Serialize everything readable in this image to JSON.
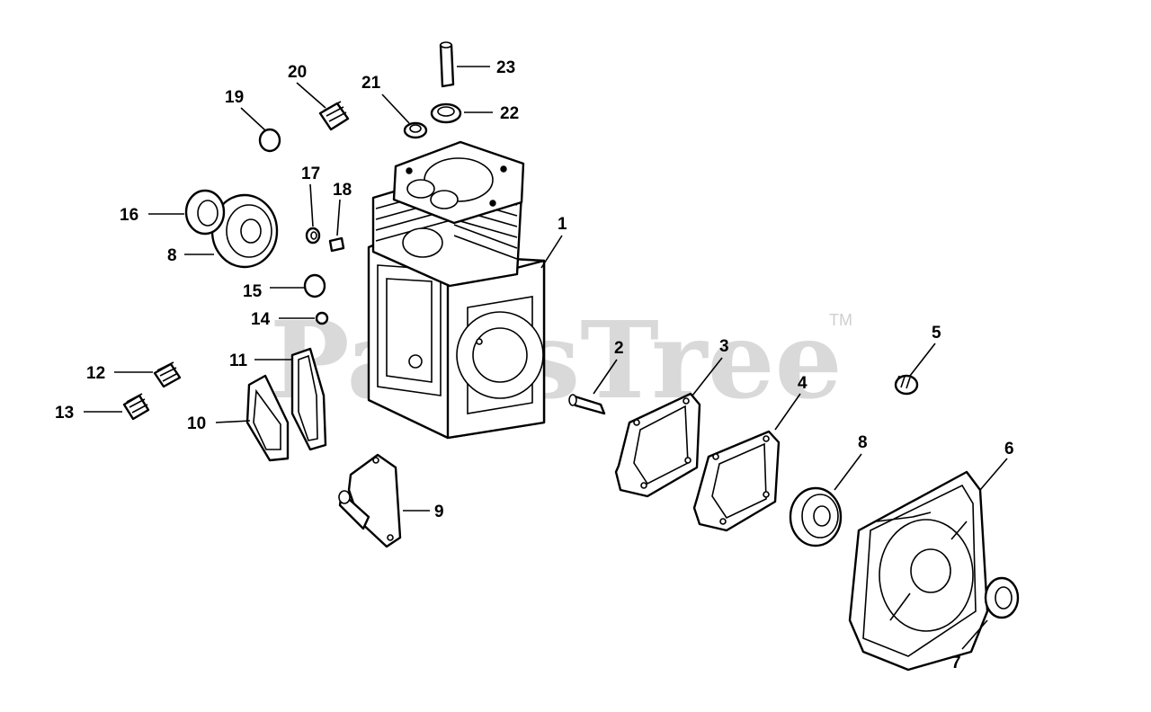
{
  "watermark": {
    "text": "PartsTree",
    "trademark": "TM"
  },
  "callouts": [
    "1",
    "2",
    "3",
    "4",
    "5",
    "6",
    "7",
    "8",
    "8",
    "9",
    "10",
    "11",
    "12",
    "13",
    "14",
    "15",
    "16",
    "17",
    "18",
    "19",
    "20",
    "21",
    "22",
    "23"
  ]
}
